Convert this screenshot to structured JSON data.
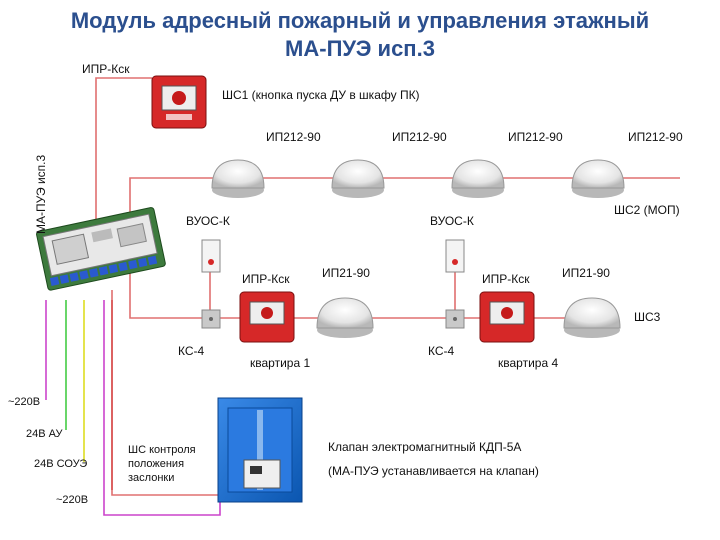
{
  "title_line1": "Модуль адресный пожарный и управления этажный",
  "title_line2": "МА-ПУЭ исп.3",
  "module_label": "МА-ПУЭ исп.3",
  "manual_call_point_top": "ИПР-Кск",
  "shs1_label": "ШС1 (кнопка пуска ДУ в шкафу ПК)",
  "detectors_top": [
    "ИП212-90",
    "ИП212-90",
    "ИП212-90",
    "ИП212-90"
  ],
  "shs2_label": "ШС2 (МОП)",
  "vuos_left": "ВУОС-К",
  "vuos_right": "ВУОС-К",
  "ipr_left": "ИПР-Кск",
  "ipr_right": "ИПР-Кск",
  "ip21_left": "ИП21-90",
  "ip21_right": "ИП21-90",
  "shs3_label": "ШС3",
  "ks4_left": "КС-4",
  "ks4_right": "КС-4",
  "apt1": "квартира 1",
  "apt4": "квартира 4",
  "power_220_top": "~220В",
  "au_24": "24В АУ",
  "soue_24": "24В СОУЭ",
  "power_220_bottom": "~220В",
  "shs_control_line1": "ШС контроля",
  "shs_control_line2": "положения",
  "shs_control_line3": "заслонки",
  "valve_line1": "Клапан электромагнитный КДП-5А",
  "valve_line2": "(МА-ПУЭ устанавливается на клапан)",
  "colors": {
    "title": "#2b4f8e",
    "loop_wire": "#e07070",
    "wire_220": "#cc44cc",
    "wire_au": "#44cc44",
    "wire_soue": "#dddd22",
    "wire_red": "#d85050",
    "valve_blue": "#1a6fd0"
  }
}
